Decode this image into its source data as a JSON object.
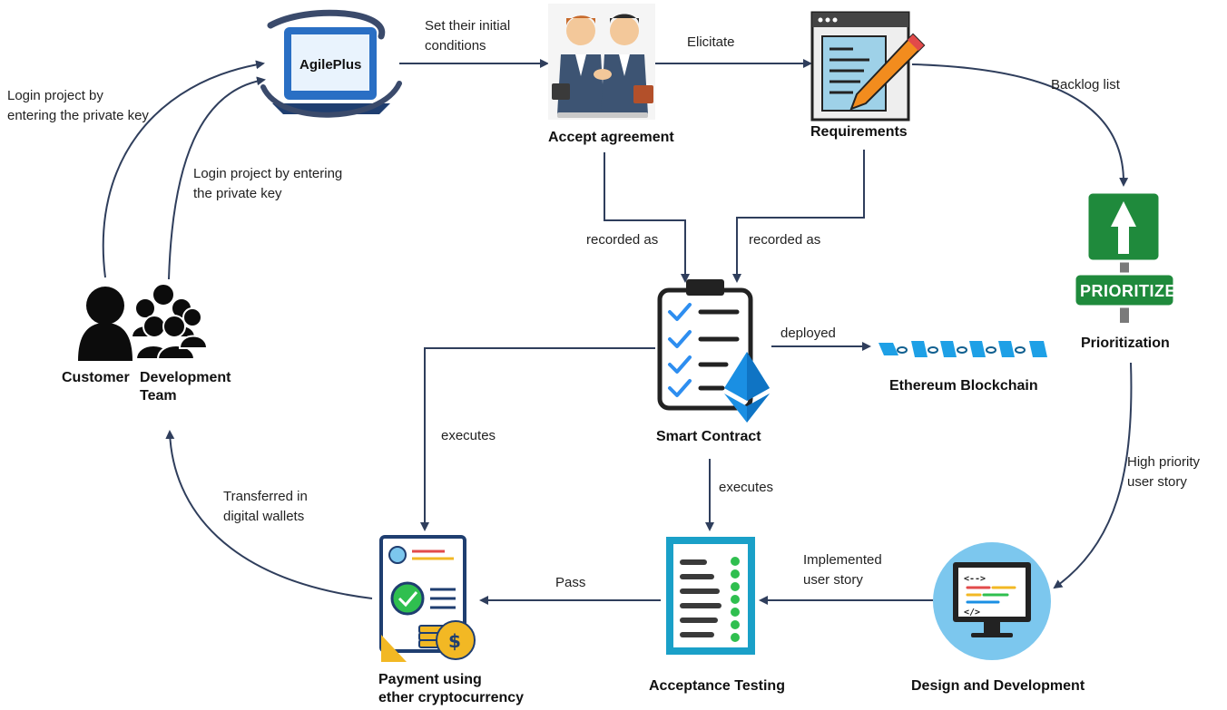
{
  "nodes": {
    "agileplus": "AgilePlus",
    "accept_agreement": "Accept agreement",
    "requirements": "Requirements",
    "prioritization": "Prioritization",
    "customer": "Customer",
    "dev_team": [
      "Development",
      "Team"
    ],
    "smart_contract": "Smart Contract",
    "ethereum": "Ethereum Blockchain",
    "payment": [
      "Payment using",
      "ether cryptocurrency"
    ],
    "acceptance_testing": "Acceptance Testing",
    "design_dev": "Design and Development",
    "prioritize_sign": "PRIORITIZE"
  },
  "edges": {
    "set_initial": [
      "Set their initial",
      "conditions"
    ],
    "elicitate": "Elicitate",
    "backlog": "Backlog list",
    "login_customer": [
      "Login project by",
      "entering the private key"
    ],
    "login_team": [
      "Login project by entering",
      "the private key"
    ],
    "recorded_left": "recorded as",
    "recorded_right": "recorded as",
    "deployed": "deployed",
    "executes_left": "executes",
    "executes_down": "executes",
    "high_priority": [
      "High priority",
      "user story"
    ],
    "implemented": [
      "Implemented",
      "user story"
    ],
    "pass": "Pass",
    "transferred": [
      "Transferred in",
      "digital wallets"
    ]
  },
  "colors": {
    "arrow": "#2f3e5c",
    "sign_green": "#1f8a3c",
    "ethereum_blue": "#1a8fe3",
    "chain_blue": "#1ea0e6",
    "test_frame": "#1aa0c8",
    "monitor_bg": "#7cc7ee",
    "check_green": "#2fbf4f",
    "coin_gold": "#f2b824"
  }
}
